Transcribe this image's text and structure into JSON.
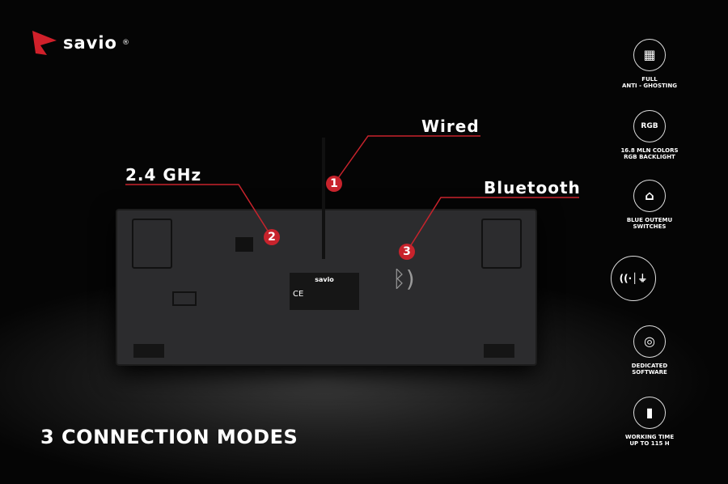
{
  "brand": {
    "name": "savio",
    "mark": "®",
    "color": "#d0202a"
  },
  "labels": {
    "wired": "Wired",
    "ghz": "2.4 GHz",
    "bluetooth": "Bluetooth"
  },
  "badges": [
    "1",
    "2",
    "3"
  ],
  "sticker": {
    "brand": "savio",
    "ce": "CE"
  },
  "features": [
    {
      "icon": "keys-icon",
      "glyph": "▦",
      "line1": "FULL",
      "line2": "ANTI - GHOSTING"
    },
    {
      "icon": "rgb-bulb-icon",
      "glyph": "RGB",
      "line1": "16.8 MLN COLORS",
      "line2": "RGB BACKLIGHT"
    },
    {
      "icon": "switch-icon",
      "glyph": "⌂",
      "line1": "BLUE OUTEMU",
      "line2": "SWITCHES"
    },
    {
      "icon": "wireless-usb-icon",
      "glyph": "((·│⏚",
      "line1": "",
      "line2": ""
    },
    {
      "icon": "disc-icon",
      "glyph": "◎",
      "line1": "DEDICATED",
      "line2": "SOFTWARE"
    },
    {
      "icon": "battery-icon",
      "glyph": "▮",
      "line1": "WORKING TIME",
      "line2": "UP TO 115 H"
    }
  ],
  "footer": "3 CONNECTION MODES",
  "accent": "#c8232c"
}
